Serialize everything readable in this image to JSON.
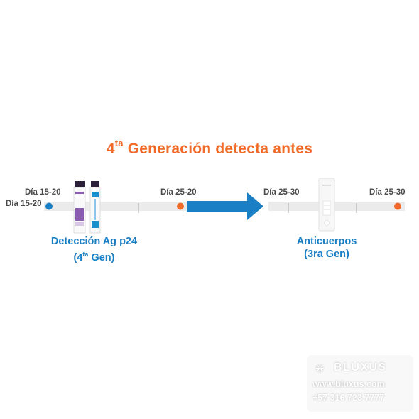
{
  "headline": {
    "number": "4",
    "superscript": "ta",
    "text": " Generación detecta antes"
  },
  "timeline": {
    "day_labels": {
      "left_outer": "Día 15-20",
      "left_inner": "Día 15-20",
      "middle": "Día 25-20",
      "right_left": "Día 25-30",
      "right_outer": "Día 25-30"
    },
    "marker_colors": {
      "start": "#1a7fc4",
      "points": "#f06b2a"
    },
    "arrow_color": "#1a7fc4"
  },
  "captions": {
    "left": {
      "line1": "Detección Ag p24",
      "line2_prefix": "(4",
      "line2_sup": "ta",
      "line2_suffix": " Gen)"
    },
    "right": {
      "line1": "Anticuerpos",
      "line2": "(3ra Gen)"
    }
  },
  "watermark": {
    "brand": "BLUXUS",
    "site": "www.bluxus.com",
    "phone": "+57 316 723 7777"
  },
  "colors": {
    "orange": "#f06b2a",
    "blue": "#1a7fc4",
    "bar": "#ebebeb",
    "text_gray": "#4a4a4a"
  }
}
